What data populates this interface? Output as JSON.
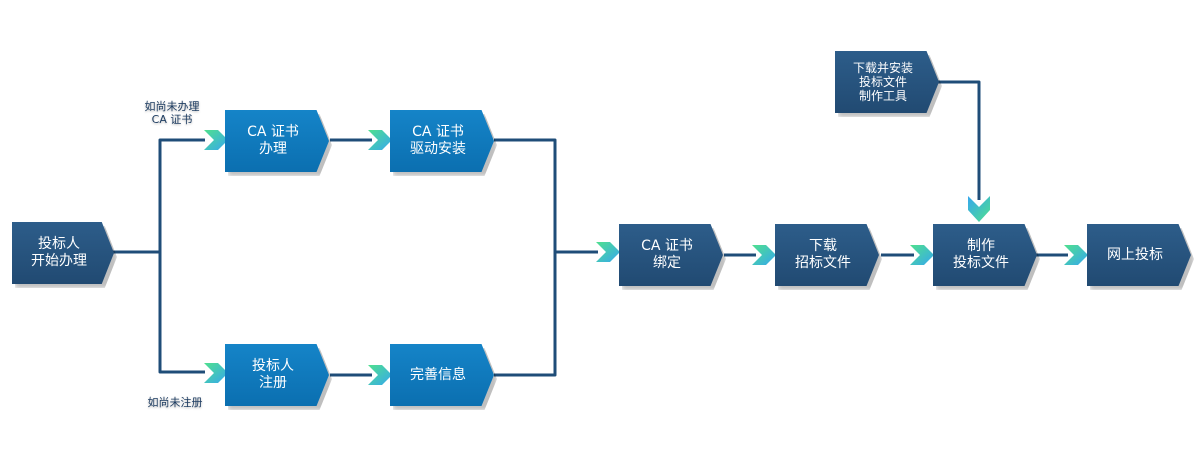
{
  "nodes": {
    "start": "投标人\n开始办理",
    "ca_apply": "CA 证书\n办理",
    "ca_driver": "CA 证书\n驱动安装",
    "register": "投标人\n注册",
    "complete_info": "完善信息",
    "ca_bind": "CA 证书\n绑定",
    "download_tender": "下载\n招标文件",
    "download_tool": "下载并安装\n投标文件\n制作工具",
    "make_bid": "制作\n投标文件",
    "online_bid": "网上投标"
  },
  "notes": {
    "no_ca": "如尚未办理\nCA 证书",
    "no_register": "如尚未注册"
  },
  "colors": {
    "dark_node": "#24527d",
    "blue_node": "#0f78bb",
    "line": "#1f4d78",
    "arrow_green": "#3fcf8e",
    "arrow_blue": "#3aa3e6"
  }
}
